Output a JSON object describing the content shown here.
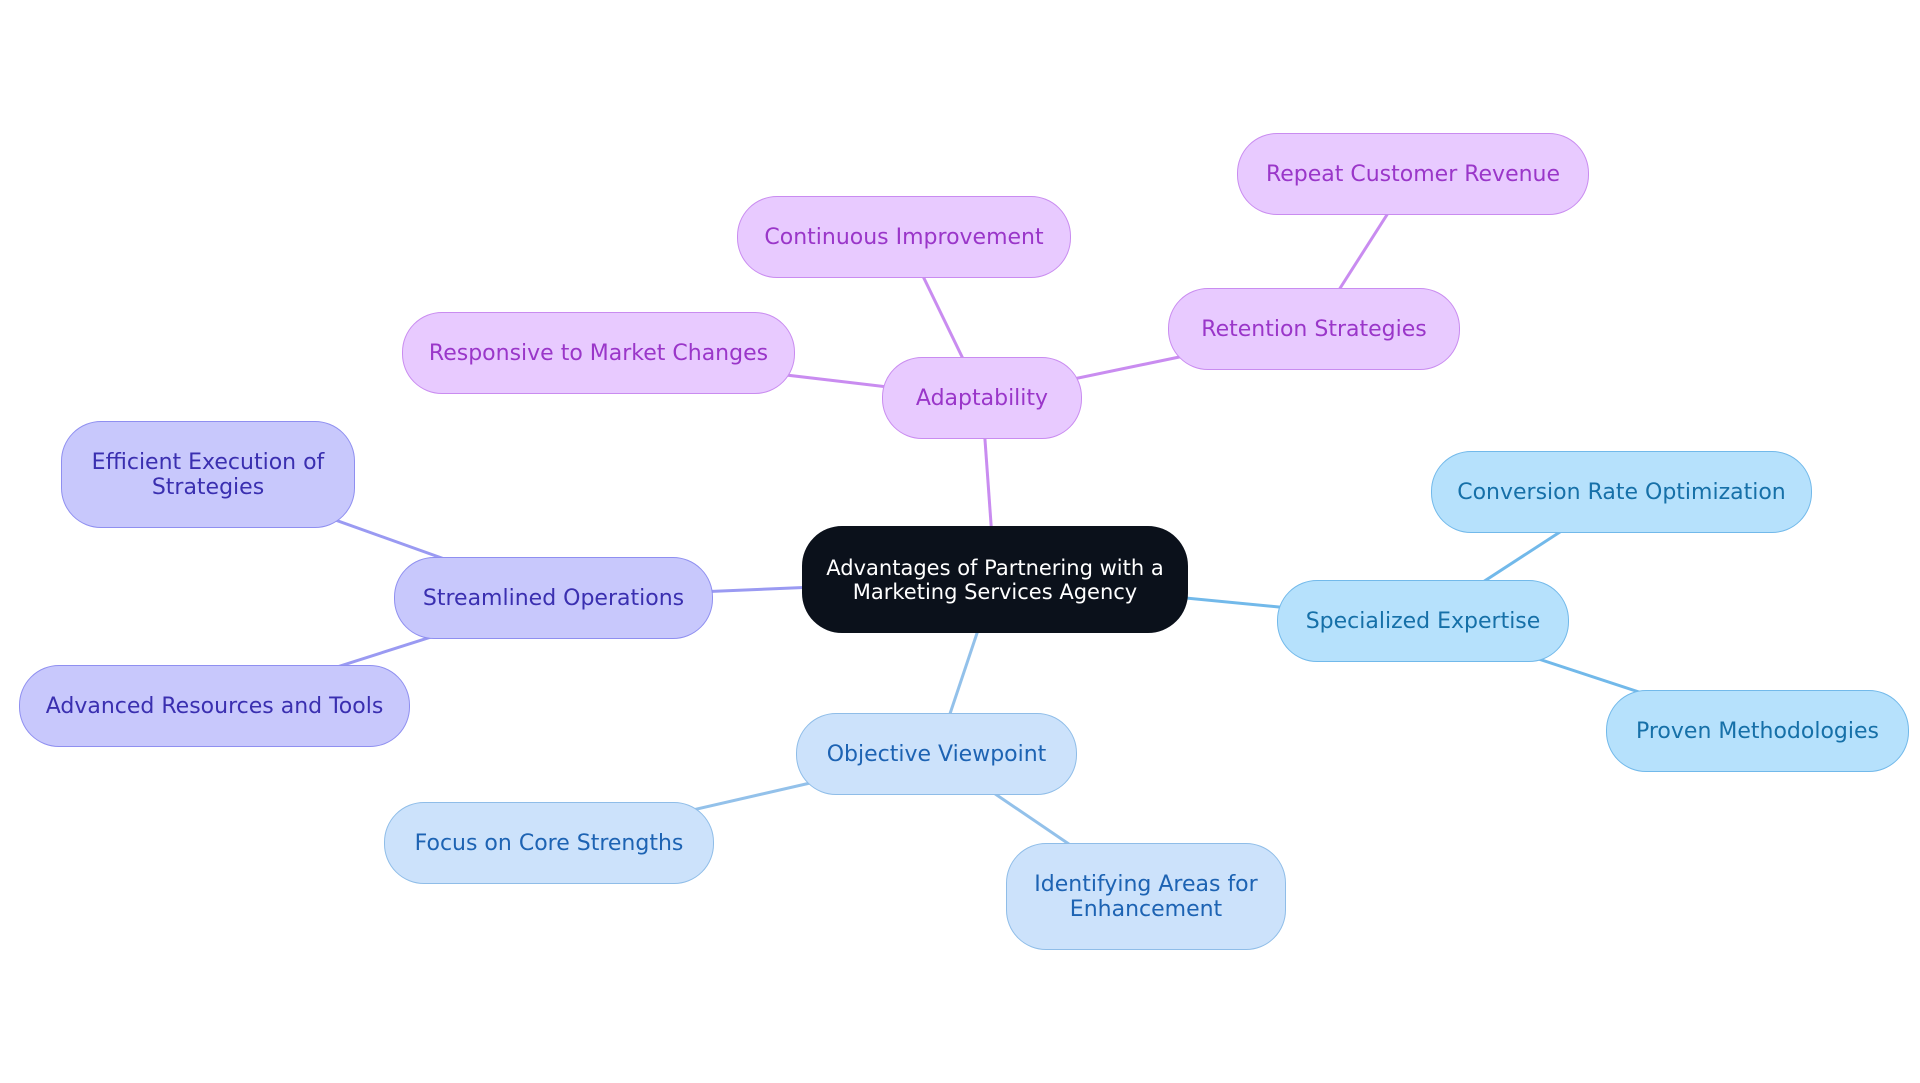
{
  "diagram": {
    "root": {
      "id": "root",
      "label": "Advantages of Partnering with a Marketing Services Agency"
    },
    "nodes": [
      {
        "id": "adaptability",
        "label": "Adaptability",
        "parent": "root",
        "group": "purple"
      },
      {
        "id": "continuous-improvement",
        "label": "Continuous Improvement",
        "parent": "adaptability",
        "group": "purple"
      },
      {
        "id": "responsive-market-changes",
        "label": "Responsive to Market Changes",
        "parent": "adaptability",
        "group": "purple"
      },
      {
        "id": "retention-strategies",
        "label": "Retention Strategies",
        "parent": "adaptability",
        "group": "purple"
      },
      {
        "id": "repeat-customer-revenue",
        "label": "Repeat Customer Revenue",
        "parent": "retention-strategies",
        "group": "purple"
      },
      {
        "id": "streamlined-operations",
        "label": "Streamlined Operations",
        "parent": "root",
        "group": "indigo"
      },
      {
        "id": "efficient-execution",
        "label": "Efficient Execution of Strategies",
        "parent": "streamlined-operations",
        "group": "indigo"
      },
      {
        "id": "advanced-resources",
        "label": "Advanced Resources and Tools",
        "parent": "streamlined-operations",
        "group": "indigo"
      },
      {
        "id": "specialized-expertise",
        "label": "Specialized Expertise",
        "parent": "root",
        "group": "sky"
      },
      {
        "id": "conversion-rate-optimization",
        "label": "Conversion Rate Optimization",
        "parent": "specialized-expertise",
        "group": "sky"
      },
      {
        "id": "proven-methodologies",
        "label": "Proven Methodologies",
        "parent": "specialized-expertise",
        "group": "sky"
      },
      {
        "id": "objective-viewpoint",
        "label": "Objective Viewpoint",
        "parent": "root",
        "group": "pale"
      },
      {
        "id": "focus-core-strengths",
        "label": "Focus on Core Strengths",
        "parent": "objective-viewpoint",
        "group": "pale"
      },
      {
        "id": "identifying-areas",
        "label": "Identifying Areas for Enhancement",
        "parent": "objective-viewpoint",
        "group": "pale"
      }
    ],
    "colors": {
      "root_fill": "#0b111b",
      "purple_edge": "#c98cf0",
      "indigo_edge": "#9a9af2",
      "sky_edge": "#72b9ea",
      "pale_edge": "#93c1ea"
    }
  }
}
